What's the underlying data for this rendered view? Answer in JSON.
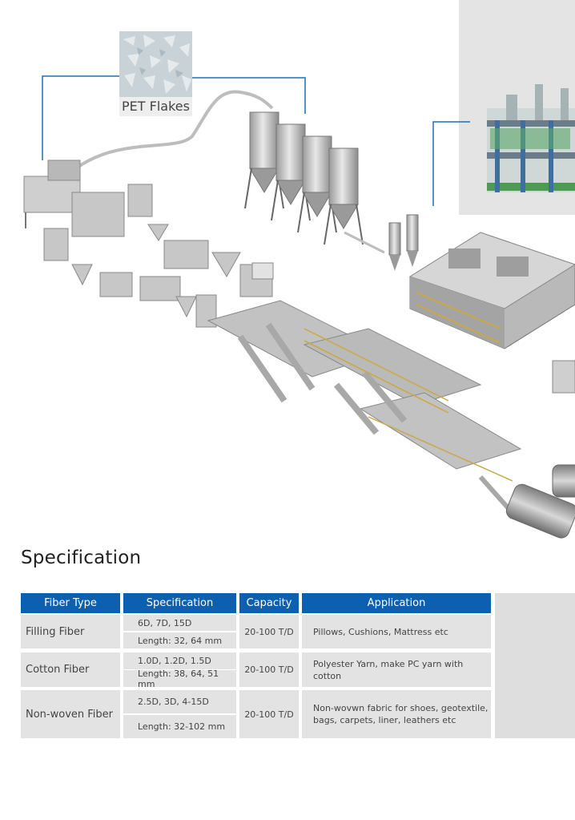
{
  "diagram": {
    "pet_label": "PET Flakes"
  },
  "specification": {
    "title": "Specification",
    "headers": [
      "Fiber Type",
      "Specification",
      "Capacity",
      "Application"
    ],
    "rows": [
      {
        "fiber_type": "Filling Fiber",
        "spec_line1": "6D, 7D, 15D",
        "spec_line2": "Length: 32, 64 mm",
        "capacity": "20-100 T/D",
        "application": "Pillows, Cushions, Mattress etc"
      },
      {
        "fiber_type": "Cotton Fiber",
        "spec_line1": "1.0D, 1.2D, 1.5D",
        "spec_line2": "Length: 38, 64, 51 mm",
        "capacity": "20-100 T/D",
        "application": "Polyester Yarn, make PC yarn with cotton"
      },
      {
        "fiber_type": "Non-woven Fiber",
        "spec_line1": "2.5D, 3D, 4-15D",
        "spec_line2": "Length: 32-102 mm",
        "capacity": "20-100 T/D",
        "application": "Non-wovwn fabric for shoes, geotextile, bags, carpets, liner, leathers etc"
      }
    ]
  },
  "colors": {
    "header_blue": "#0d5fb0",
    "cell_grey": "#e3e3e3",
    "callout_blue": "#1f6fb8"
  }
}
